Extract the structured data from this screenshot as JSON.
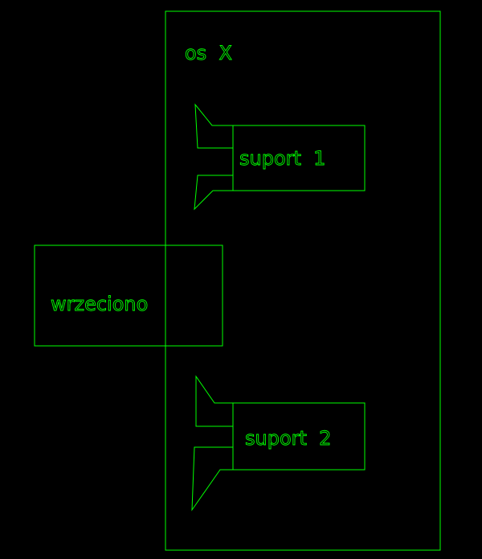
{
  "labels": {
    "axis": "os  X",
    "support1": "suport  1",
    "spindle": "wrzeciono",
    "support2": "suport  2"
  },
  "colors": {
    "background": "#000000",
    "line": "#00ff00"
  }
}
